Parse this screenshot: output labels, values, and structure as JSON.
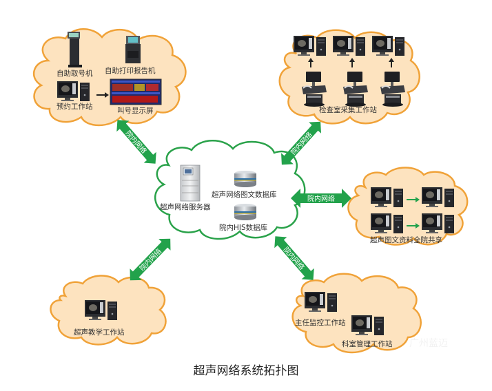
{
  "title": "超声网络系统拓扑图",
  "colors": {
    "cloud_fill": "#fde3bf",
    "cloud_stroke": "#f0a238",
    "center_cloud_fill": "#ffffff",
    "center_cloud_stroke": "#2aa24a",
    "arrow": "#22a24b",
    "arrow_text": "#ffffff"
  },
  "center": {
    "server_label": "超声网络服务器",
    "image_db_label": "超声网络图文数据库",
    "his_db_label": "院内HIS数据库"
  },
  "clusters": {
    "registration": {
      "kiosk_label": "自助取号机",
      "print_label": "自助打印报告机",
      "booking_label": "预约工作站",
      "display_label": "叫号显示屏"
    },
    "exam_room": {
      "label": "检查室采集工作站"
    },
    "sharing": {
      "label": "超声图文资料全院共享"
    },
    "teaching": {
      "label": "超声教学工作站"
    },
    "management": {
      "director_label": "主任监控工作站",
      "dept_label": "科室管理工作站"
    }
  },
  "links": {
    "top_left": "院内网络",
    "top_right": "院内网络",
    "right": "院内网络",
    "bottom_left": "院内网络",
    "bottom_right": "院内网络"
  },
  "watermark": "广州蓝迈"
}
